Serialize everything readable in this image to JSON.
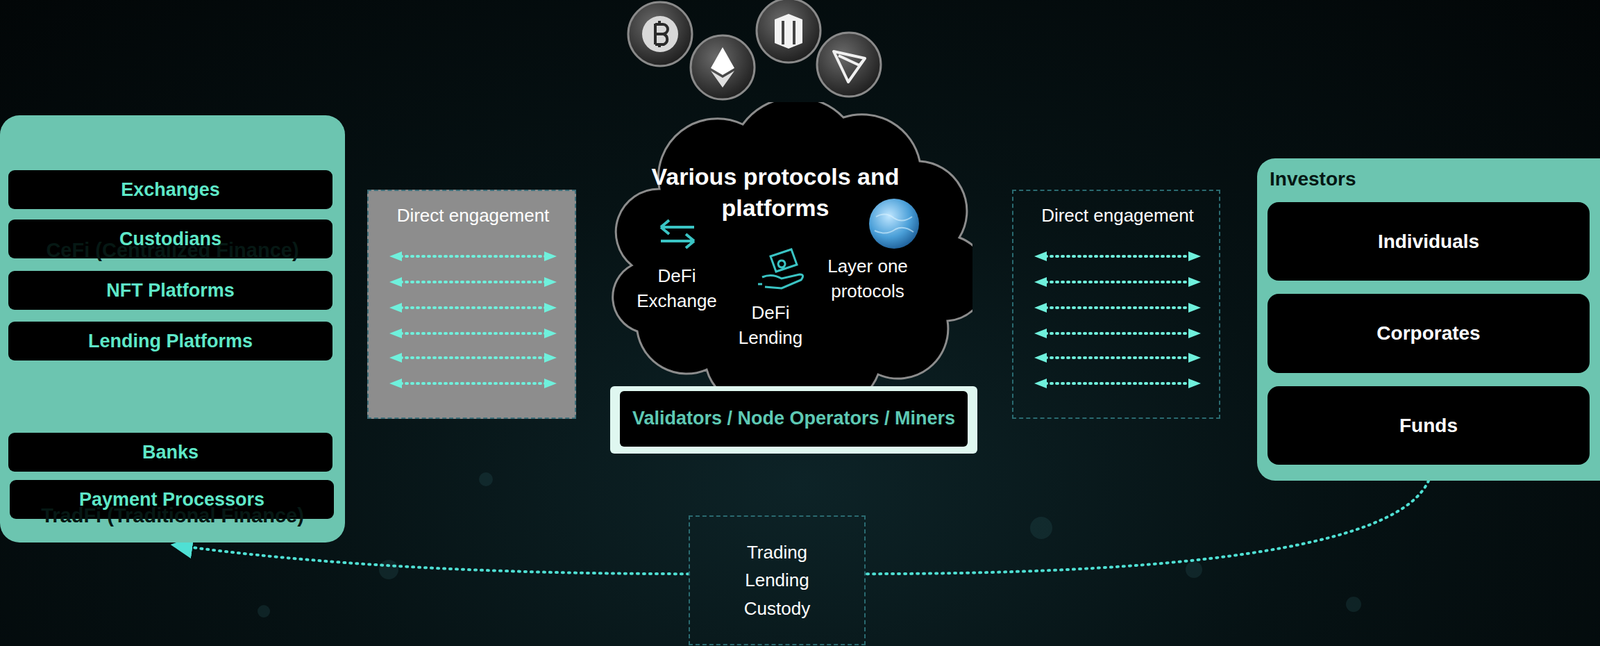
{
  "diagram": {
    "nodes": [
      {
        "text": [
          "CeFi (Centralized Finance)",
          "TradFi (Traditional Finance)"
        ]
      },
      {
        "text": [
          "Exchanges"
        ],
        "in": 0
      },
      {
        "text": [
          "Custodians"
        ],
        "in": 0
      },
      {
        "text": [
          "NFT Platforms"
        ],
        "in": 0
      },
      {
        "text": [
          "Lending Platforms"
        ],
        "in": 0
      },
      {
        "text": [
          "Banks"
        ],
        "in": 0
      },
      {
        "text": [
          "Payment Processors"
        ],
        "in": 0
      },
      {
        "text": [
          "Direct engagement"
        ]
      },
      {
        "text": [
          "Various protocols and platforms",
          "DeFi Exchange",
          "DeFi Lending",
          "Layer one protocols"
        ]
      },
      {
        "text": [
          "Validators / Node Operators / Miners"
        ]
      },
      {
        "text": [
          "Direct engagement"
        ]
      },
      {
        "text": [
          "Investors"
        ]
      },
      {
        "text": [
          "Individuals"
        ],
        "in": 11
      },
      {
        "text": [
          "Corporates"
        ],
        "in": 11
      },
      {
        "text": [
          "Funds"
        ],
        "in": 11
      },
      {
        "text": [
          "Trading Lending Custody"
        ]
      }
    ],
    "edges": [
      {
        "from": 11,
        "to": 15,
        "arrow": "none"
      },
      {
        "from": 15,
        "to": 0,
        "arrow": "to"
      }
    ]
  }
}
